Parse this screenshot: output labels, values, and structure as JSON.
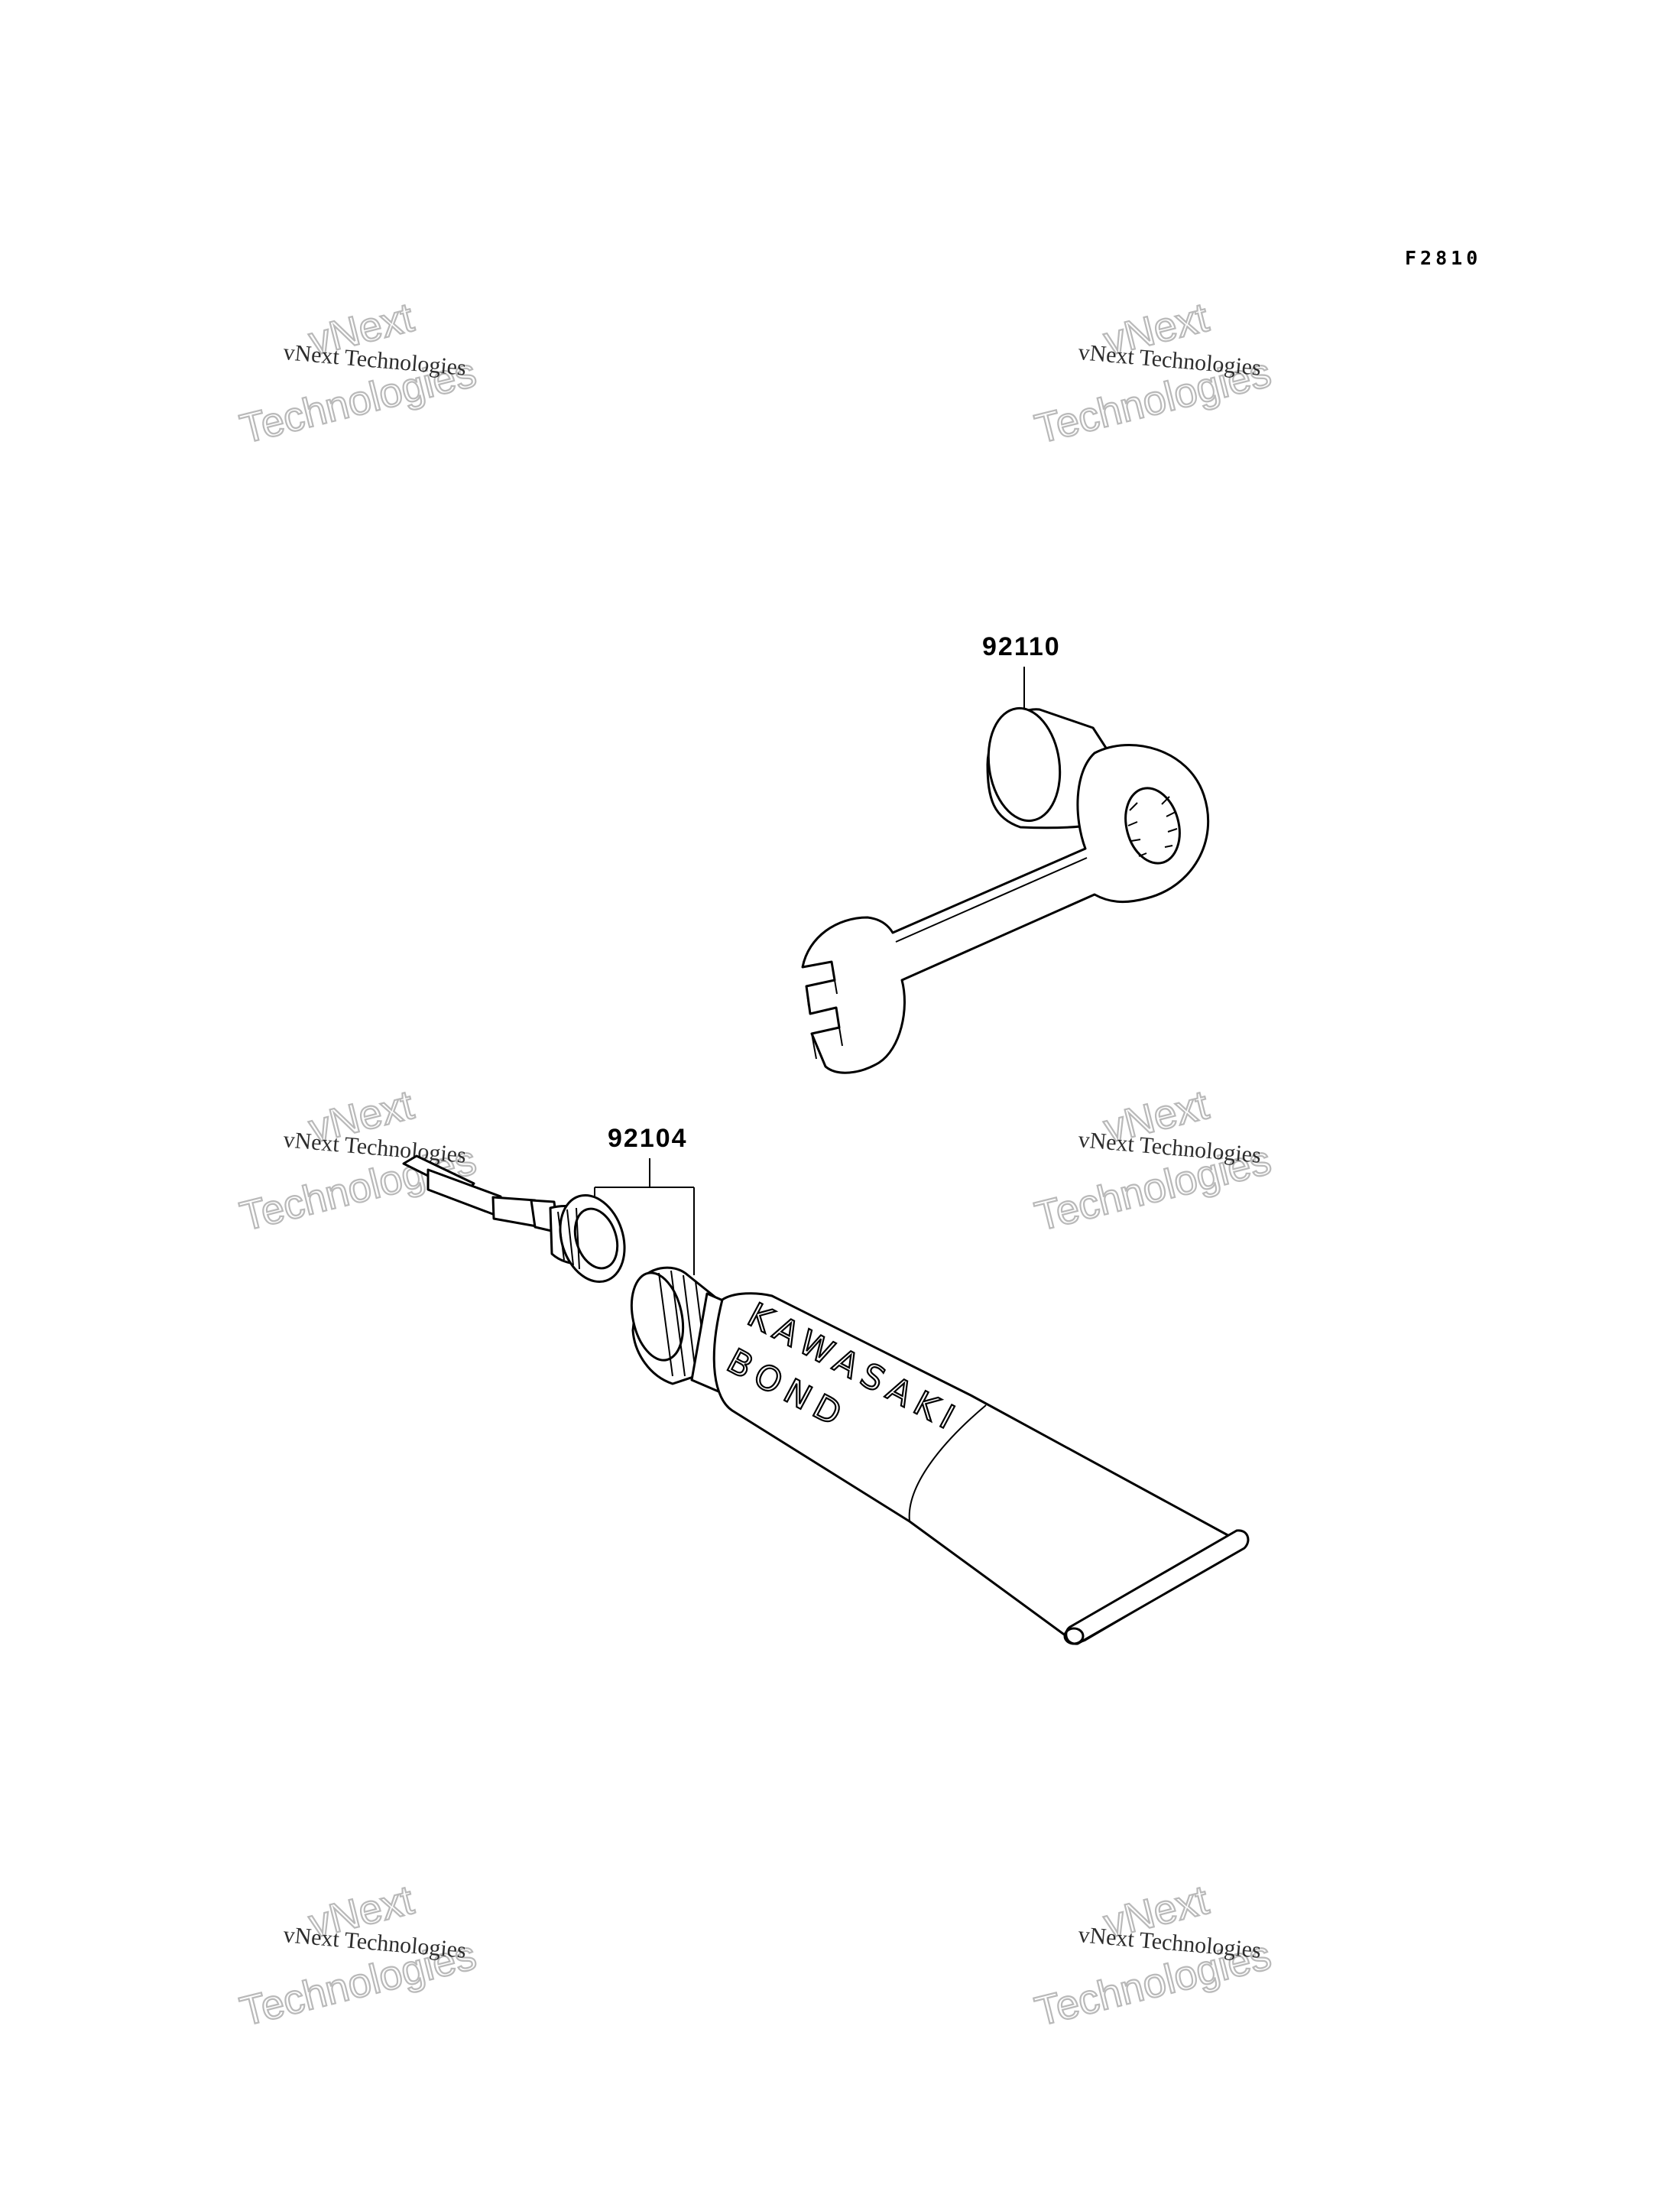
{
  "figure_code": "F2810",
  "parts": [
    {
      "number": "92110"
    },
    {
      "number": "92104"
    }
  ],
  "tube_label": {
    "line1": "KAWASAKI",
    "line2": "BOND"
  },
  "watermark": {
    "small": "vNext Technologies",
    "word1": "vNext",
    "word2": "Technologies"
  }
}
